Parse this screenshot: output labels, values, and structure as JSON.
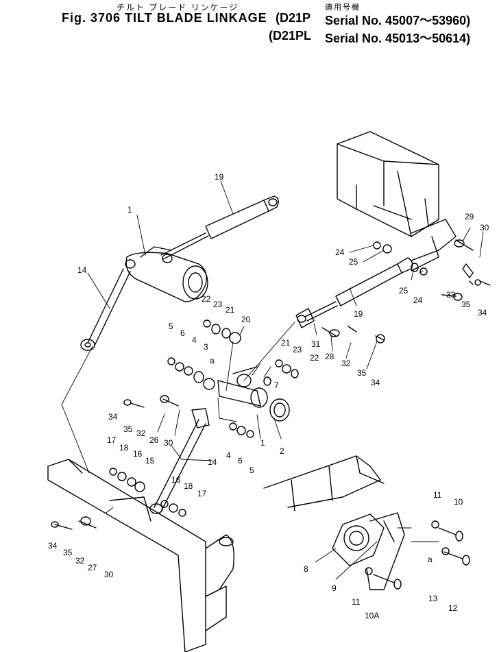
{
  "header": {
    "title_jp": "チルト ブレード リンケージ",
    "title_en": "Fig. 3706 TILT BLADE LINKAGE",
    "serial_heading_jp": "適用号機",
    "models": [
      {
        "model": "(D21P",
        "serial": "Serial No. 45007～53960)"
      },
      {
        "model": "(D21PL",
        "serial": "Serial No. 45013～50614)"
      }
    ]
  },
  "callouts": [
    {
      "id": "c1a",
      "label": "1"
    },
    {
      "id": "c19a",
      "label": "19"
    },
    {
      "id": "c14a",
      "label": "14"
    },
    {
      "id": "c22a",
      "label": "22"
    },
    {
      "id": "c23a",
      "label": "23"
    },
    {
      "id": "c21a",
      "label": "21"
    },
    {
      "id": "c20",
      "label": "20"
    },
    {
      "id": "c5a",
      "label": "5"
    },
    {
      "id": "c6a",
      "label": "6"
    },
    {
      "id": "c4a",
      "label": "4"
    },
    {
      "id": "c3",
      "label": "3"
    },
    {
      "id": "ca1",
      "label": "a"
    },
    {
      "id": "c7",
      "label": "7"
    },
    {
      "id": "c1b",
      "label": "1"
    },
    {
      "id": "c2",
      "label": "2"
    },
    {
      "id": "c4b",
      "label": "4"
    },
    {
      "id": "c6b",
      "label": "6"
    },
    {
      "id": "c5b",
      "label": "5"
    },
    {
      "id": "c29",
      "label": "29"
    },
    {
      "id": "c30a",
      "label": "30"
    },
    {
      "id": "c24a",
      "label": "24"
    },
    {
      "id": "c25a",
      "label": "25"
    },
    {
      "id": "c25b",
      "label": "25"
    },
    {
      "id": "c24b",
      "label": "24"
    },
    {
      "id": "c19b",
      "label": "19"
    },
    {
      "id": "c33",
      "label": "33"
    },
    {
      "id": "c35a",
      "label": "35"
    },
    {
      "id": "c34a",
      "label": "34"
    },
    {
      "id": "c31",
      "label": "31"
    },
    {
      "id": "c28",
      "label": "28"
    },
    {
      "id": "c21b",
      "label": "21"
    },
    {
      "id": "c23b",
      "label": "23"
    },
    {
      "id": "c22b",
      "label": "22"
    },
    {
      "id": "c32a",
      "label": "32"
    },
    {
      "id": "c35b",
      "label": "35"
    },
    {
      "id": "c34b",
      "label": "34"
    },
    {
      "id": "c34c",
      "label": "34"
    },
    {
      "id": "c35c",
      "label": "35"
    },
    {
      "id": "c32b",
      "label": "32"
    },
    {
      "id": "c26",
      "label": "26"
    },
    {
      "id": "c30b",
      "label": "30"
    },
    {
      "id": "c17a",
      "label": "17"
    },
    {
      "id": "c18a",
      "label": "18"
    },
    {
      "id": "c16a",
      "label": "16"
    },
    {
      "id": "c15",
      "label": "15"
    },
    {
      "id": "c14b",
      "label": "14"
    },
    {
      "id": "c16b",
      "label": "16"
    },
    {
      "id": "c18b",
      "label": "18"
    },
    {
      "id": "c17b",
      "label": "17"
    },
    {
      "id": "c34d",
      "label": "34"
    },
    {
      "id": "c35d",
      "label": "35"
    },
    {
      "id": "c32c",
      "label": "32"
    },
    {
      "id": "c27",
      "label": "27"
    },
    {
      "id": "c30c",
      "label": "30"
    },
    {
      "id": "c11a",
      "label": "11"
    },
    {
      "id": "c10",
      "label": "10"
    },
    {
      "id": "c8",
      "label": "8"
    },
    {
      "id": "ca2",
      "label": "a"
    },
    {
      "id": "c9",
      "label": "9"
    },
    {
      "id": "c13",
      "label": "13"
    },
    {
      "id": "c12",
      "label": "12"
    },
    {
      "id": "c11b",
      "label": "11"
    },
    {
      "id": "c10a",
      "label": "10A"
    }
  ]
}
